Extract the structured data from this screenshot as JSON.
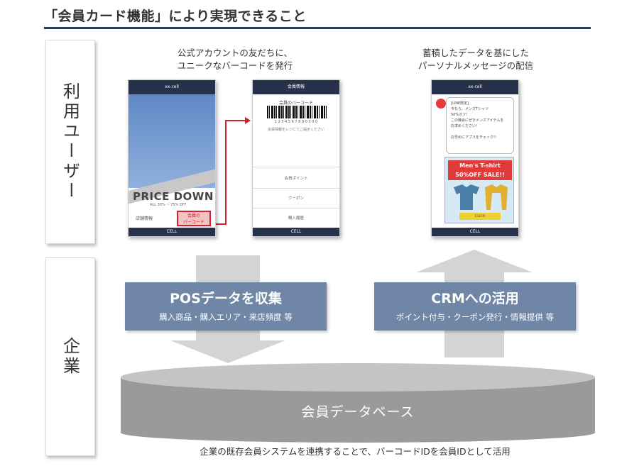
{
  "title": "「会員カード機能」により実現できること",
  "side": {
    "user": "利用ユーザー",
    "corp": "企業"
  },
  "captions": {
    "left": [
      "公式アカウントの友だちに、",
      "ユニークなバーコードを発行"
    ],
    "right": [
      "蓄積したデータを基にした",
      "パーソナルメッセージの配信"
    ]
  },
  "phone1": {
    "header": "xx-cell",
    "headline": "PRICE DOWN",
    "sub": "ALL 30% ~ 75% OFF",
    "left_item": "店舗情報",
    "button": [
      "会員の",
      "バーコード"
    ],
    "footer": "CELL"
  },
  "phone2": {
    "header": "会員情報",
    "label": "会員のバーコード",
    "number": "1 2 3 4 5 6 7 8 9 0 0 0 0",
    "note": "会員情報をレジにてご提示ください",
    "items": [
      "会員ポイント",
      "クーポン",
      "購入履歴"
    ],
    "footer": "CELL"
  },
  "phone3": {
    "header": "xx-cell",
    "bubble": [
      "[LINE限定]",
      "今なら、メンズTシャツ",
      "50%オフ!",
      "この機会にぜひメンズアイテムを",
      "お求めください!",
      "",
      "お早めにアプリをチェック!!"
    ],
    "ad_head": [
      "Men's T-shirt",
      "50%OFF SALE!!"
    ],
    "ad_btn": "CLICK",
    "footer": "CELL"
  },
  "pos": {
    "heading": "POSデータを収集",
    "sub": "購入商品・購入エリア・来店頻度 等"
  },
  "crm": {
    "heading": "CRMへの活用",
    "sub": "ポイント付与・クーポン発行・情報提供 等"
  },
  "database": "会員データベース",
  "footer": "企業の既存会員システムを連携することで、バーコードIDを会員IDとして活用",
  "colors": {
    "navy": "#2a3a55",
    "blue_box": "#6f86a7",
    "arrow_gray": "#d0d0d0",
    "db_gray": "#9a9a9a",
    "accent_red": "#d6202b"
  }
}
